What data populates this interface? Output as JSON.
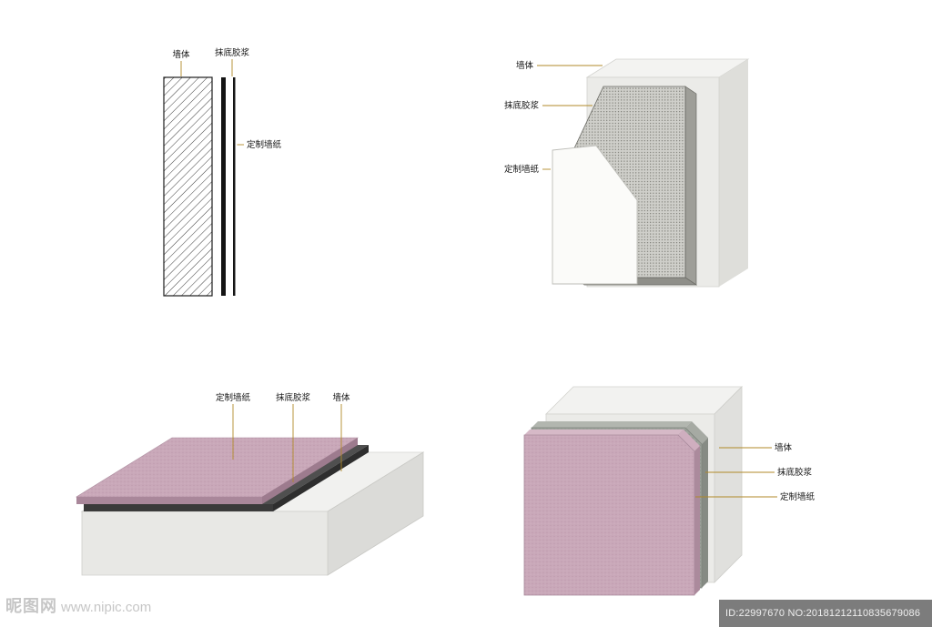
{
  "labels": {
    "wall": "墙体",
    "adhesive": "抹底胶浆",
    "wallpaper": "定制墙纸"
  },
  "watermark": {
    "site_name": "昵图网",
    "site_url": "www.nipic.com"
  },
  "footer_bar": {
    "id_text": "ID:22997670 NO:20181212110835679086"
  },
  "colors": {
    "leader_line": "#b08a28",
    "wallpaper_pink": "#c9a8b9",
    "adhesive_mesh_gray": "#cfcfca",
    "adhesive_dark_flat": "#474747",
    "wall_surface": "#efefec",
    "footer_bg": "#7c7c7c",
    "watermark_gray": "#c6c6c6"
  }
}
